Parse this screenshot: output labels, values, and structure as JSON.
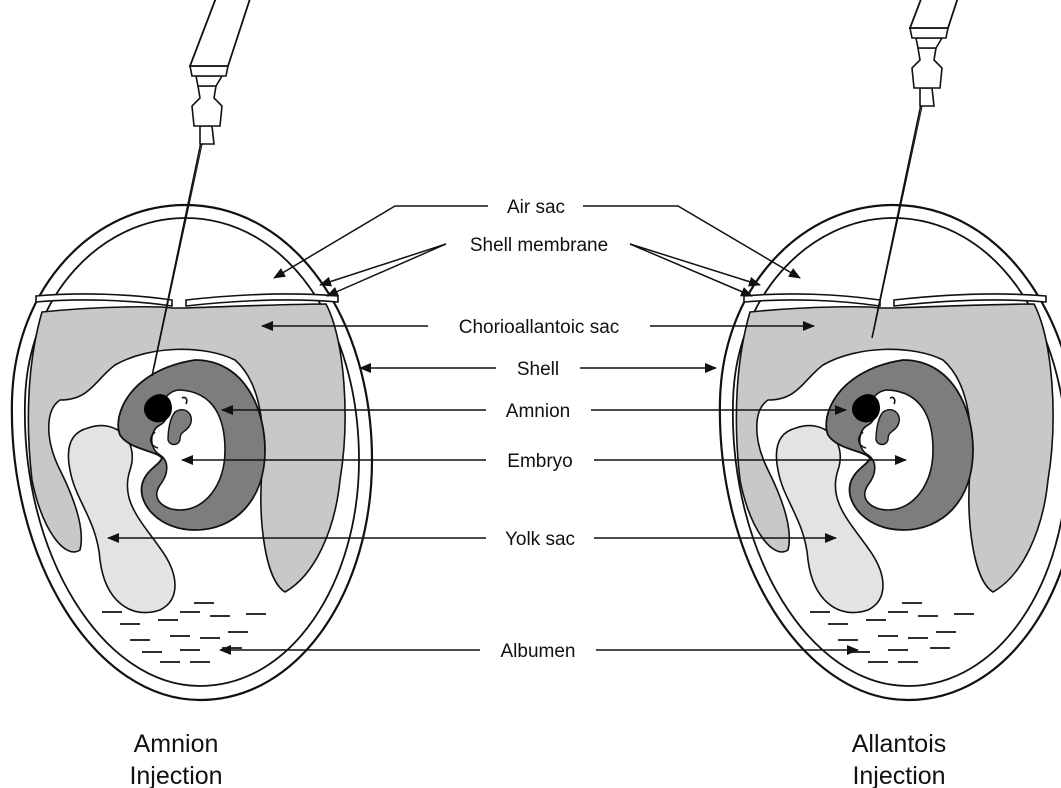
{
  "labels": {
    "air_sac": "Air sac",
    "shell_membrane": "Shell membrane",
    "chorioallantoic_sac": "Chorioallantoic sac",
    "shell": "Shell",
    "amnion": "Amnion",
    "embryo": "Embryo",
    "yolk_sac": "Yolk sac",
    "albumen": "Albumen"
  },
  "captions": {
    "left_line1": "Amnion",
    "left_line2": "Injection",
    "right_line1": "Allantois",
    "right_line2": "Injection"
  },
  "colors": {
    "outline": "#111111",
    "chorioallantoic_fill": "#c8c8c8",
    "amnion_fill": "#7d7d7d",
    "yolk_fill": "#e3e3e3",
    "embryo_fill": "#ffffff",
    "eye_fill": "#000000"
  }
}
